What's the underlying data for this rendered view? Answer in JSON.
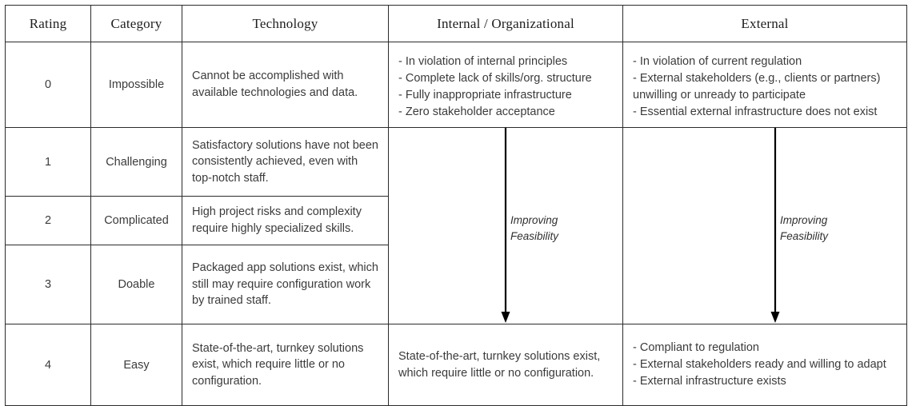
{
  "table": {
    "headers": [
      "Rating",
      "Category",
      "Technology",
      "Internal / Organizational",
      "External"
    ],
    "rows": [
      {
        "rating": "0",
        "category": "Impossible",
        "technology": "Cannot be accomplished with available technologies and data.",
        "internal_lines": [
          "- In violation of internal principles",
          "- Complete lack of skills/org. structure",
          "- Fully inappropriate infrastructure",
          "- Zero stakeholder acceptance"
        ],
        "external_lines": [
          "- In violation of current regulation",
          "- External stakeholders (e.g., clients or partners) unwilling or unready to participate",
          "- Essential external infrastructure does not exist"
        ]
      },
      {
        "rating": "1",
        "category": "Challenging",
        "technology": "Satisfactory solutions have not been consistently achieved, even with top-notch staff."
      },
      {
        "rating": "2",
        "category": "Complicated",
        "technology": "High project risks and complexity require highly specialized skills."
      },
      {
        "rating": "3",
        "category": "Doable",
        "technology": "Packaged app solutions exist, which still may require configuration work by trained staff."
      },
      {
        "rating": "4",
        "category": "Easy",
        "technology": "State-of-the-art, turnkey solutions exist, which require little or no configuration.",
        "internal": "State-of-the-art, turnkey solutions exist, which require little or no configuration.",
        "external_lines": [
          "- Compliant to regulation",
          "- External stakeholders ready and willing to adapt",
          "- External infrastructure exists"
        ]
      }
    ],
    "annotations": {
      "internal_arrow_label": "Improving\nFeasibility",
      "external_arrow_label": "Improving\nFeasibility"
    },
    "colors": {
      "border": "#2b2b2b",
      "text": "#3b3b3b",
      "header_text": "#1d1d1d",
      "arrow": "#000000",
      "background": "#ffffff"
    }
  }
}
